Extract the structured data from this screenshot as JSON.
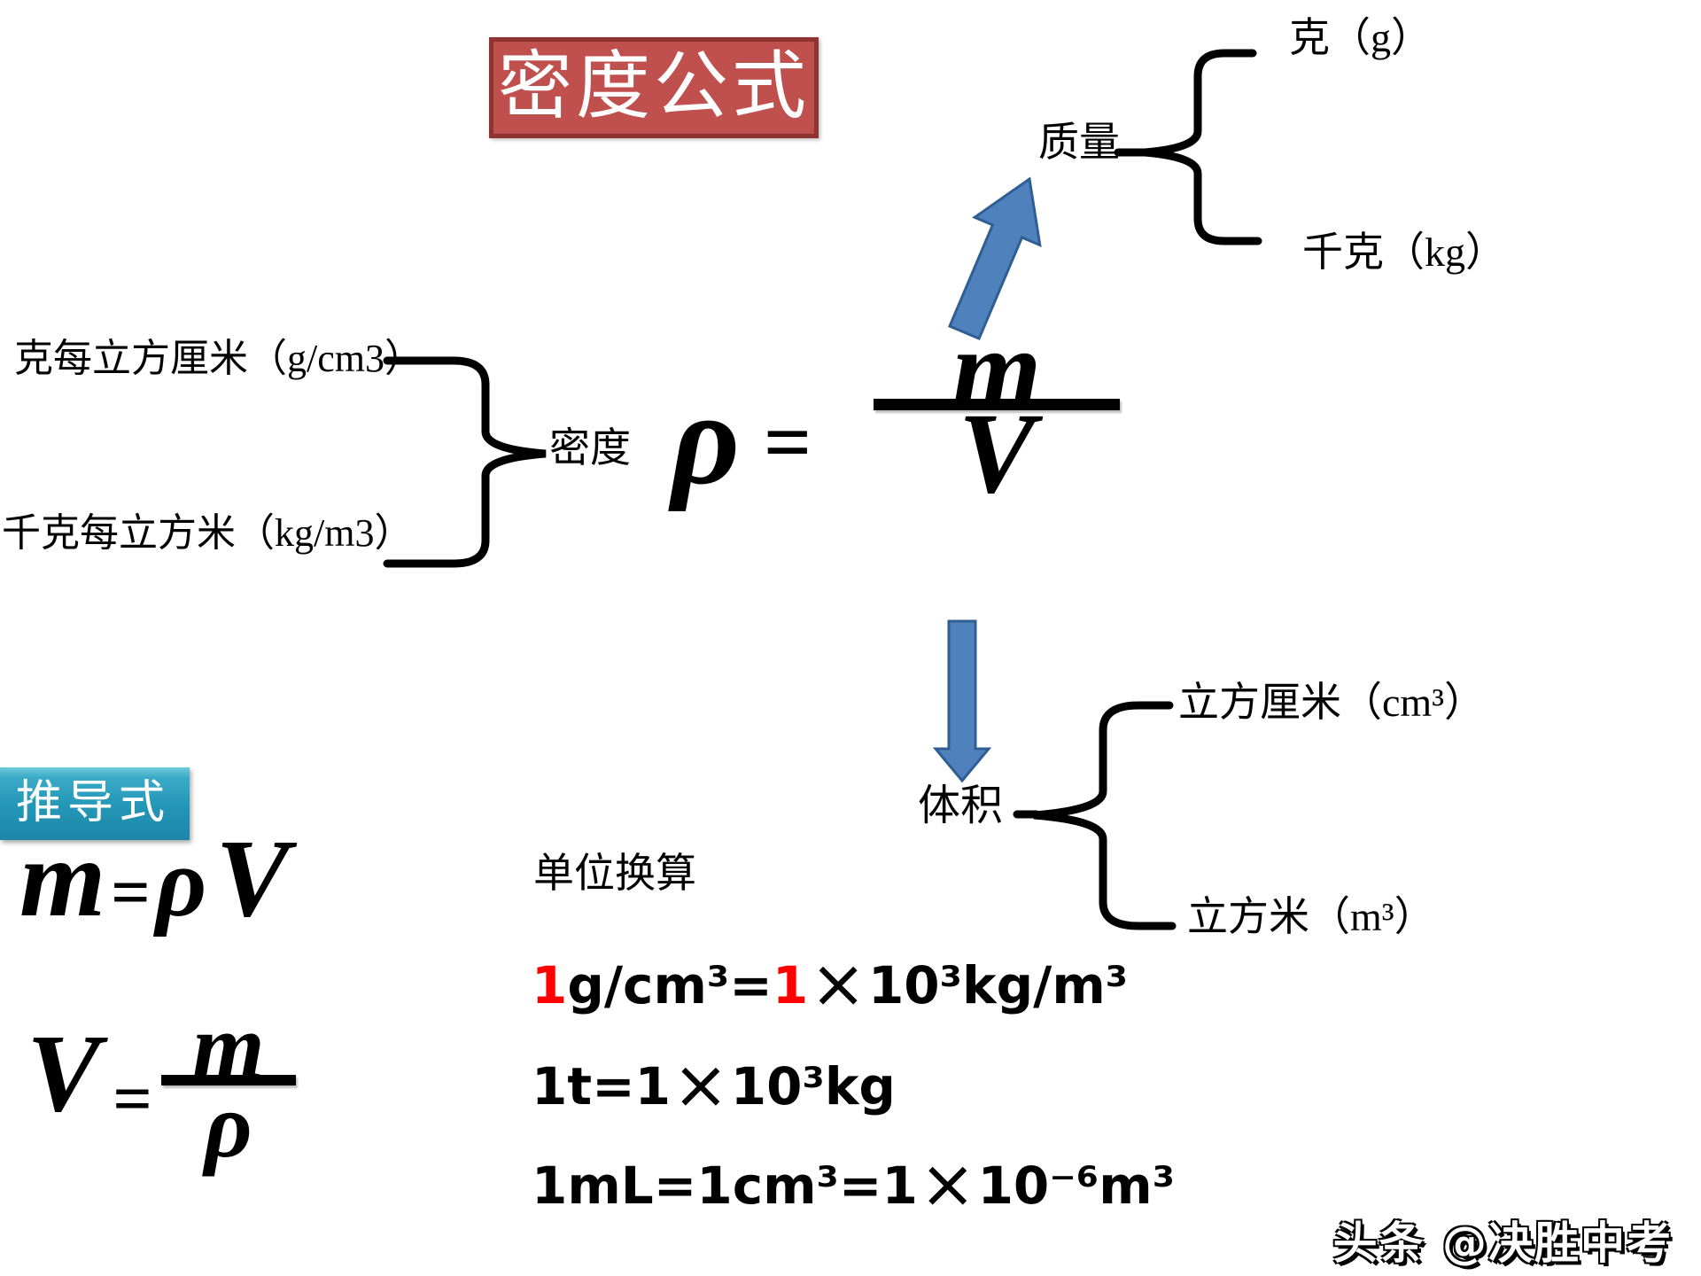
{
  "title": "密度公式",
  "main_formula": {
    "rho": "ρ",
    "equals": "=",
    "numerator": "m",
    "denominator": "V"
  },
  "mass": {
    "label": "质量",
    "unit_gram": "克（g）",
    "unit_kilogram": "千克（kg）"
  },
  "density": {
    "label": "密度",
    "unit_g_cm3": "克每立方厘米（g/cm3）",
    "unit_kg_m3": "千克每立方米（kg/m3）"
  },
  "volume": {
    "label": "体积",
    "unit_cm3": "立方厘米（cm³）",
    "unit_m3": "立方米（m³）"
  },
  "derived": {
    "box_label": "推导式",
    "mass_formula": {
      "lhs": "m",
      "equals": "=",
      "rho": "ρ",
      "v": "V"
    },
    "volume_formula": {
      "lhs": "V",
      "equals": "=",
      "numerator": "m",
      "denominator": "ρ"
    }
  },
  "unit_conversion": {
    "label": "单位换算",
    "line1": {
      "red1": "1",
      "black1": "g/cm³=",
      "red2": "1",
      "times": "×",
      "black2": "10³kg/m³"
    },
    "line2": {
      "black1": "1t=1",
      "times": "×",
      "black2": "10³kg"
    },
    "line3": {
      "black1": "1mL=1cm³=1",
      "times": "×",
      "black2": "10⁻⁶m³"
    }
  },
  "watermark": "头条 @决胜中考",
  "colors": {
    "title_fill": "#c0504d",
    "title_border": "#8f3330",
    "derived_box_teal": "#2396b6",
    "arrow_blue": "#4f81bd",
    "arrow_blue_border": "#2f5e93",
    "highlight_red": "#ff0000"
  }
}
